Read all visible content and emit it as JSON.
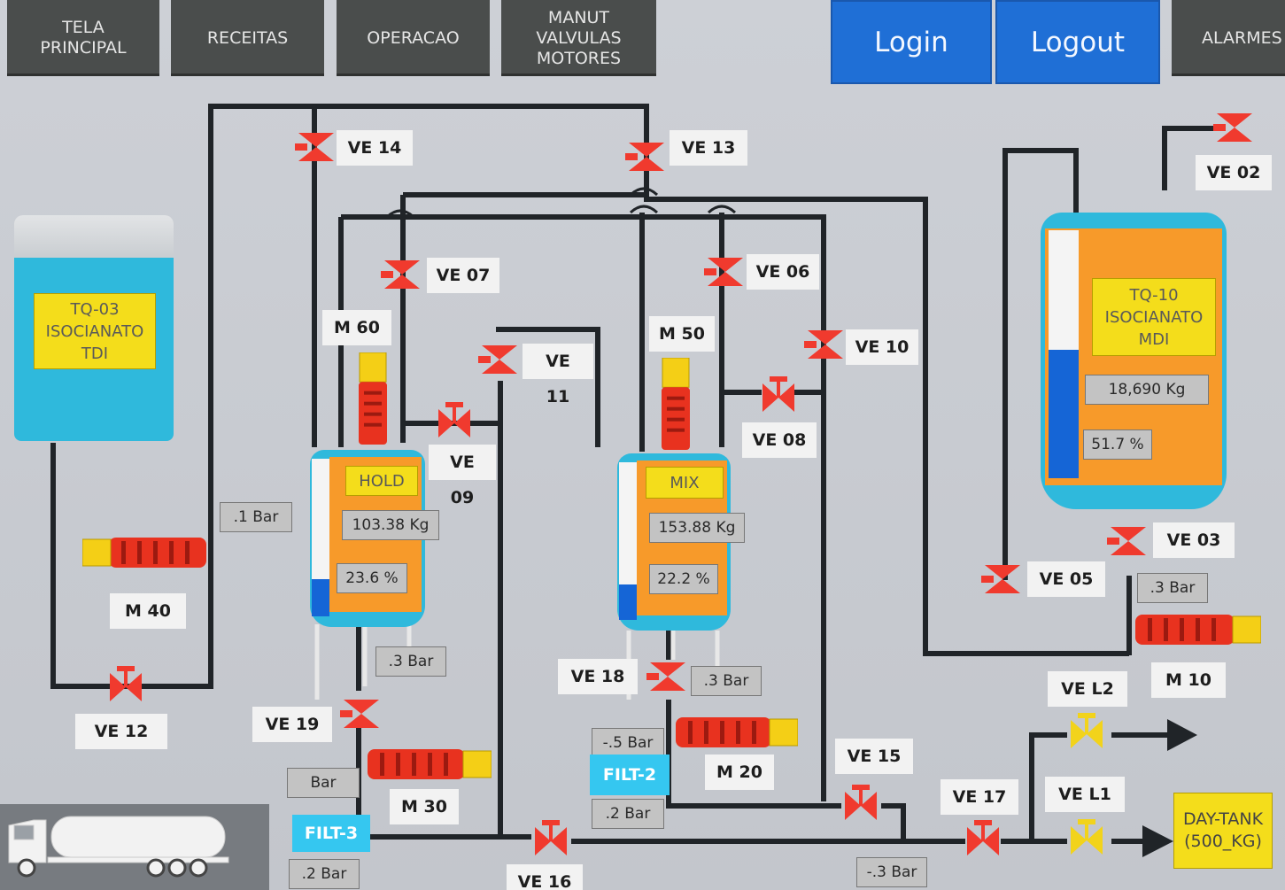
{
  "nav": {
    "tela_principal": "TELA\nPRINCIPAL",
    "receitas": "RECEITAS",
    "operacao": "OPERACAO",
    "manut": "MANUT\nVALVULAS\nMOTORES",
    "alarmes": "ALARMES"
  },
  "auth": {
    "login": "Login",
    "logout": "Logout"
  },
  "tanks": {
    "tq03": {
      "name": "TQ-03\nISOCIANATO\nTDI"
    },
    "tq10": {
      "name": "TQ-10\nISOCIANATO\nMDI",
      "weight": "18,690 Kg",
      "level": "51.7 %",
      "level_fraction": 0.517
    },
    "hold": {
      "name": "HOLD",
      "weight": "103.38 Kg",
      "level": "23.6 %",
      "level_fraction": 0.236
    },
    "mix": {
      "name": "MIX",
      "weight": "153.88 Kg",
      "level": "22.2 %",
      "level_fraction": 0.222
    }
  },
  "valves": {
    "ve14": "VE 14",
    "ve13": "VE 13",
    "ve02": "VE 02",
    "ve07": "VE 07",
    "ve06": "VE 06",
    "ve11": "VE 11",
    "ve10": "VE 10",
    "ve09": "VE 09",
    "ve08": "VE 08",
    "ve03": "VE 03",
    "ve05": "VE 05",
    "ve12": "VE 12",
    "ve18": "VE 18",
    "ve19": "VE 19",
    "ve15": "VE 15",
    "vel2": "VE L2",
    "ve17": "VE 17",
    "vel1": "VE L1",
    "ve16": "VE 16"
  },
  "motors": {
    "m60": "M 60",
    "m50": "M 50",
    "m40": "M 40",
    "m10": "M 10",
    "m20": "M 20",
    "m30": "M 30"
  },
  "pressures": {
    "p1": ".1 Bar",
    "p_hold": ".3 Bar",
    "p_ve03": ".3 Bar",
    "p_ve18": ".3 Bar",
    "p_filt2_in": "-.5 Bar",
    "p_filt2_out": ".2 Bar",
    "p_filt3_in": "Bar",
    "p_filt3_out": ".2 Bar",
    "p_line": "-.3 Bar"
  },
  "filters": {
    "filt2": "FILT-2",
    "filt3": "FILT-3"
  },
  "day_tank": "DAY-TANK\n(500_KG)",
  "colors": {
    "valve_red": "#f03a2e",
    "valve_yellow": "#f2d31b",
    "tank_cyan": "#2fb9dc",
    "tank_orange": "#f79a2a",
    "level_blue": "#1565d6",
    "pipe": "#202428",
    "auth_blue": "#1f6fd6",
    "nav_gray": "#4a4d4c",
    "filter_cyan": "#35c7f0"
  },
  "icons": {
    "valve": "valve-icon",
    "motor": "pump-motor-icon",
    "truck": "tanker-truck-icon",
    "arrow": "flow-arrow-icon"
  }
}
